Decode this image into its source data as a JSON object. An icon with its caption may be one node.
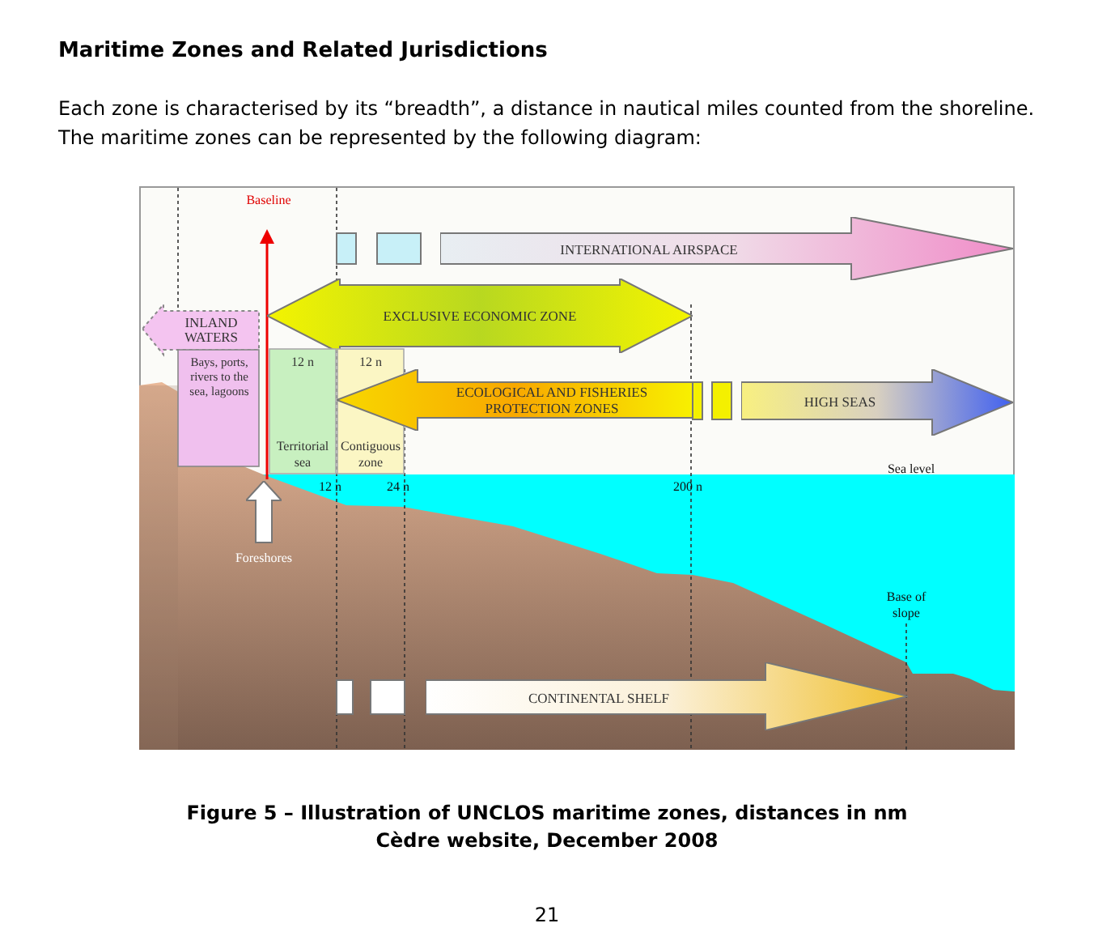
{
  "diagram": {
    "title": "Maritime Zones and Related Jurisdictions",
    "caption": "Figure 5 – Illustration of UNCLOS maritime zones, distances in nm",
    "nodes": [
      {
        "text": [
          "INTERNATIONAL AIRSPACE"
        ]
      },
      {
        "text": [
          "EXCLUSIVE ECONOMIC ZONE"
        ]
      },
      {
        "text": [
          "INLAND WATERS",
          "Bays, ports, rivers to the sea, lagoons"
        ]
      },
      {
        "text": [
          "12 n",
          "Territorial sea"
        ]
      },
      {
        "text": [
          "12 n",
          "Contiguous zone"
        ]
      },
      {
        "text": [
          "ECOLOGICAL AND FISHERIES PROTECTION ZONES"
        ]
      },
      {
        "text": [
          "HIGH SEAS"
        ]
      },
      {
        "text": [
          "Foreshores"
        ]
      },
      {
        "text": [
          "CONTINENTAL SHELF"
        ]
      }
    ],
    "labels": [
      "Each zone is characterised by its “breadth”, a distance in nautical miles counted from the shoreline. The maritime zones can be represented by the following diagram:",
      "Baseline",
      "Sea level",
      "12 n",
      "24 n",
      "200 n",
      "Base of slope",
      "Cèdre website, December 2008",
      "21"
    ]
  }
}
